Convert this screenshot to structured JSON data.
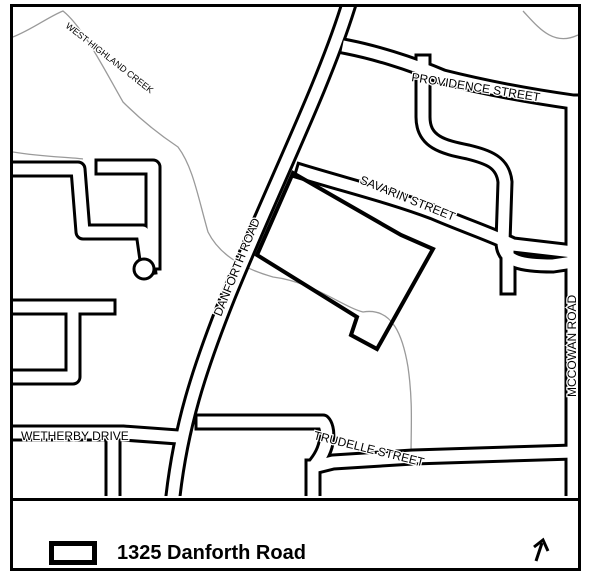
{
  "map": {
    "labels": {
      "creek": "WEST HIGHLAND CREEK",
      "providence": "PROVIDENCE STREET",
      "savarin": "SAVARIN STREET",
      "danforth": "DANFORTH ROAD",
      "mccowan": "MCCOWAN ROAD",
      "wetherby": "WETHERBY DRIVE",
      "trudelle": "TRUDELLE STREET"
    },
    "colors": {
      "road_outline": "#000000",
      "road_fill": "#ffffff",
      "site_outline": "#000000",
      "creek": "#9a9a9a",
      "background": "#ffffff"
    }
  },
  "legend": {
    "site_label": "1325 Danforth Road",
    "site_symbol": "rectangle-outline",
    "north_arrow_icon": "north-arrow-icon"
  }
}
